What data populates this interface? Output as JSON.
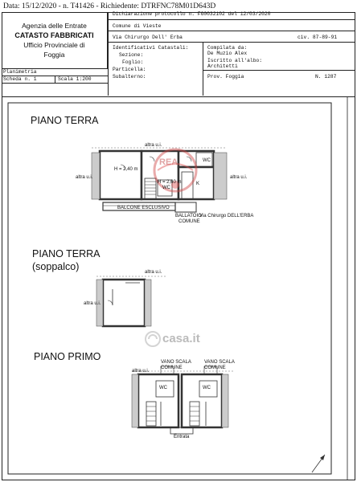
{
  "meta": {
    "print_line": "Data: 15/12/2020 - n. T41426 - Richiedente: DTRFNC78M01D643D"
  },
  "office": {
    "line1": "Agenzia delle Entrate",
    "line2": "CATASTO FABBRICATI",
    "line3": "Ufficio Provinciale di",
    "line4": "Foggia"
  },
  "declaration": {
    "protocol": "Dichiarazione protocollo n. FG0032102 del   12/03/2020",
    "comune": "Comune di Vieste",
    "address": "Via Chirurgo Dell' Erba",
    "civ": "civ. 87-89-91"
  },
  "identifiers": {
    "title": "Identificativi Catastali:",
    "sezione": "Sezione:",
    "foglio": "Foglio:",
    "particella": "Particella:",
    "subalterno": "Subalterno:"
  },
  "compiler": {
    "title": "Compilata da:",
    "name": "De Muzio Alex",
    "albo": "Iscritto all'albo:",
    "role": "Architetti",
    "prov": "Prov. Foggia",
    "number": "N. 1287"
  },
  "sheet": {
    "title": "Planimetria",
    "scheda": "Scheda n. 1",
    "scala": "Scala 1:200"
  },
  "floors": {
    "piano_terra": "PIANO TERRA",
    "piano_terra_soppalco": "PIANO TERRA",
    "soppalco": "(soppalco)",
    "piano_primo": "PIANO PRIMO"
  },
  "plan_labels": {
    "altra_ui": "altra u.i.",
    "wc": "WC",
    "k": "K",
    "balcone": "BALCONE ESCLUSIVO",
    "ballatoio": "BALLATOIO",
    "comune_lbl": "COMUNE",
    "via": "Via Chirurgo DELL'ERBA",
    "vano_scala": "VANO SCALA",
    "comune2": "COMUNE",
    "h1": "H = 2,40 m",
    "h2": "H = 2,60 m",
    "entrata": "Entrata"
  },
  "watermarks": {
    "rea": "REA",
    "casa": "casa.it"
  }
}
